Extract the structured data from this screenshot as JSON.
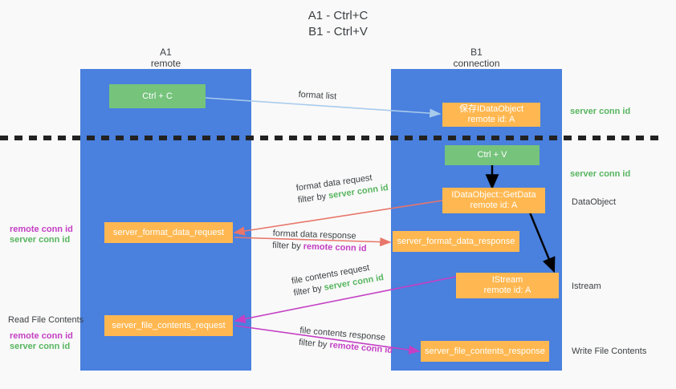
{
  "title": {
    "line1": "A1 - Ctrl+C",
    "line2": "B1 - Ctrl+V"
  },
  "colors": {
    "lane_blue": "#4a80de",
    "node_green": "#76c37c",
    "node_orange": "#ffb851",
    "server_conn_green": "#57b55f",
    "remote_conn_magenta": "#c43fc4",
    "blue_arrow": "#a8cbec",
    "red_arrow": "#e8766a",
    "magenta_arrow": "#c43fc4",
    "black_arrow": "#000000",
    "background": "#f9f9f9"
  },
  "lanes": [
    {
      "title": "A1",
      "subtitle": "remote"
    },
    {
      "title": "B1",
      "subtitle": "connection"
    }
  ],
  "nodes": {
    "ctrl_c": {
      "line1": "Ctrl + C",
      "line2": ""
    },
    "save_idataobject": {
      "line1": "保存IDataObject",
      "line2": "remote id: A"
    },
    "ctrl_v": {
      "line1": "Ctrl + V",
      "line2": ""
    },
    "getdata": {
      "line1": "IDataObject::GetData",
      "line2": "remote id: A"
    },
    "format_data_request": {
      "line1": "server_format_data_request",
      "line2": ""
    },
    "format_data_response": {
      "line1": "server_format_data_response",
      "line2": ""
    },
    "istream": {
      "line1": "IStream",
      "line2": "remote id: A"
    },
    "file_contents_request": {
      "line1": "server_file_contents_request",
      "line2": ""
    },
    "file_contents_response": {
      "line1": "server_file_contents_response",
      "line2": ""
    }
  },
  "edge_labels": {
    "format_list": {
      "text": "format list"
    },
    "format_data_request": {
      "line1": "format data request",
      "line2_prefix": "filter by ",
      "line2_key": "server conn id"
    },
    "format_data_response": {
      "line1": "format data response",
      "line2_prefix": "filter by ",
      "line2_key": "remote conn id"
    },
    "file_contents_request": {
      "line1": "file contents request",
      "line2_prefix": "filter by ",
      "line2_key": "server conn id"
    },
    "file_contents_response": {
      "line1": "file contents response",
      "line2_prefix": "filter by ",
      "line2_key": "remote conn id"
    }
  },
  "right_labels": {
    "server_conn_id_top": "server conn id",
    "server_conn_id_mid": "server conn id",
    "dataobject": "DataObject",
    "istream": "Istream",
    "write_file_contents": "Write File Contents"
  },
  "left_labels": {
    "remote_conn_id_mid": "remote conn id",
    "server_conn_id_mid": "server conn id",
    "read_file_contents": "Read File Contents",
    "remote_conn_id_low": "remote conn id",
    "server_conn_id_low": "server conn id"
  }
}
